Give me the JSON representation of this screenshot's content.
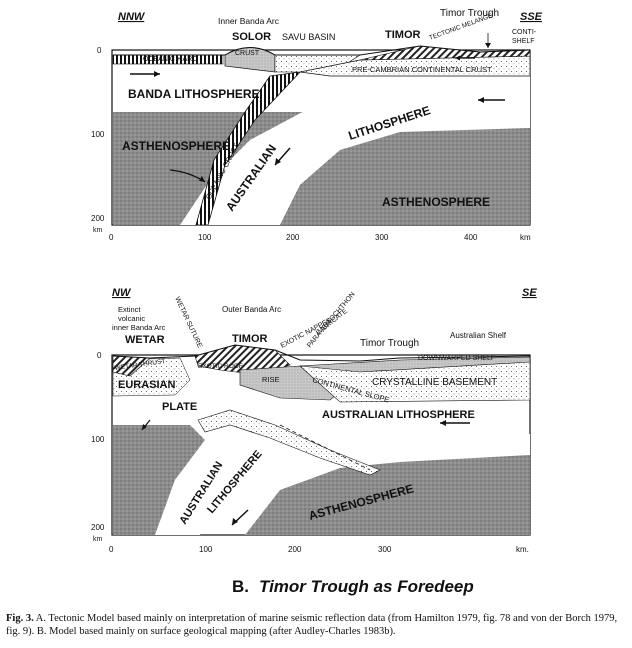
{
  "panelA": {
    "dir_left": "NNW",
    "dir_right": "SSE",
    "labels": {
      "inner_banda_arc": "Inner Banda Arc",
      "solor": "SOLOR",
      "savu_basin": "SAVU BASIN",
      "timor": "TIMOR",
      "timor_trough": "Timor Trough",
      "tectonic_melange": "TECTONIC MELANGE",
      "conti_shelf_1": "CONTI-",
      "conti_shelf_2": "SHELF",
      "oceanic_arc": "OCEANIC + ARC",
      "crust": "CRUST",
      "precambrian_crust": "PRE-CAMBRIAN CONTINENTAL CRUST",
      "banda_lithosphere": "BANDA LITHOSPHERE",
      "asthenosphere_left": "ASTHENOSPHERE",
      "oceanic_crust": "OCEANIC CRUST",
      "australian": "AUSTRALIAN",
      "lithosphere": "LITHOSPHERE",
      "asthenosphere_right": "ASTHENOSPHERE"
    },
    "y_ticks": [
      "0",
      "100",
      "200"
    ],
    "y_unit": "km",
    "x_ticks": [
      "0",
      "100",
      "200",
      "300",
      "400"
    ],
    "x_unit": "km"
  },
  "panelB": {
    "dir_left": "NW",
    "dir_right": "SE",
    "labels": {
      "extinct_1": "Extinct",
      "extinct_2": "volcanic",
      "extinct_3": "inner Banda Arc",
      "wetar": "WETAR",
      "wetar_suture": "WETAR SUTURE",
      "outer_banda_arc": "Outer Banda Arc",
      "timor": "TIMOR",
      "exotic_nappes": "EXOTIC NAPPES",
      "imbricate": "IMBRICATE",
      "para_autochthon": "PARA-AUTOCHTHON",
      "timor_trough": "Timor Trough",
      "australian_shelf": "Australian Shelf",
      "wetar_thrust": "WETAR THRUST",
      "exotic_roof": "EXOTIC ROOF",
      "rise": "RISE",
      "downwarped_shelf": "DOWNWARPED SHELF",
      "continental_slope": "CONTINENTAL SLOPE",
      "crystalline_basement": "CRYSTALLINE BASEMENT",
      "eurasian": "EURASIAN",
      "plate": "PLATE",
      "australian_lithosphere": "AUSTRALIAN LITHOSPHERE",
      "australian": "AUSTRALIAN",
      "lithosphere": "LITHOSPHERE",
      "asthenosphere": "ASTHENOSPHERE"
    },
    "y_ticks": [
      "0",
      "100",
      "200"
    ],
    "y_unit": "km",
    "x_ticks": [
      "0",
      "100",
      "200",
      "300"
    ],
    "x_unit": "km."
  },
  "title": {
    "label": "B.",
    "text": "Timor Trough as Foredeep"
  },
  "caption": {
    "fig": "Fig. 3.",
    "text": " A. Tectonic Model based mainly on interpretation of marine seismic reflection data (from Hamilton 1979, fig. 78 and von der Borch 1979, fig. 9).   B. Model based mainly on surface geological mapping (after Audley-Charles 1983b)."
  }
}
